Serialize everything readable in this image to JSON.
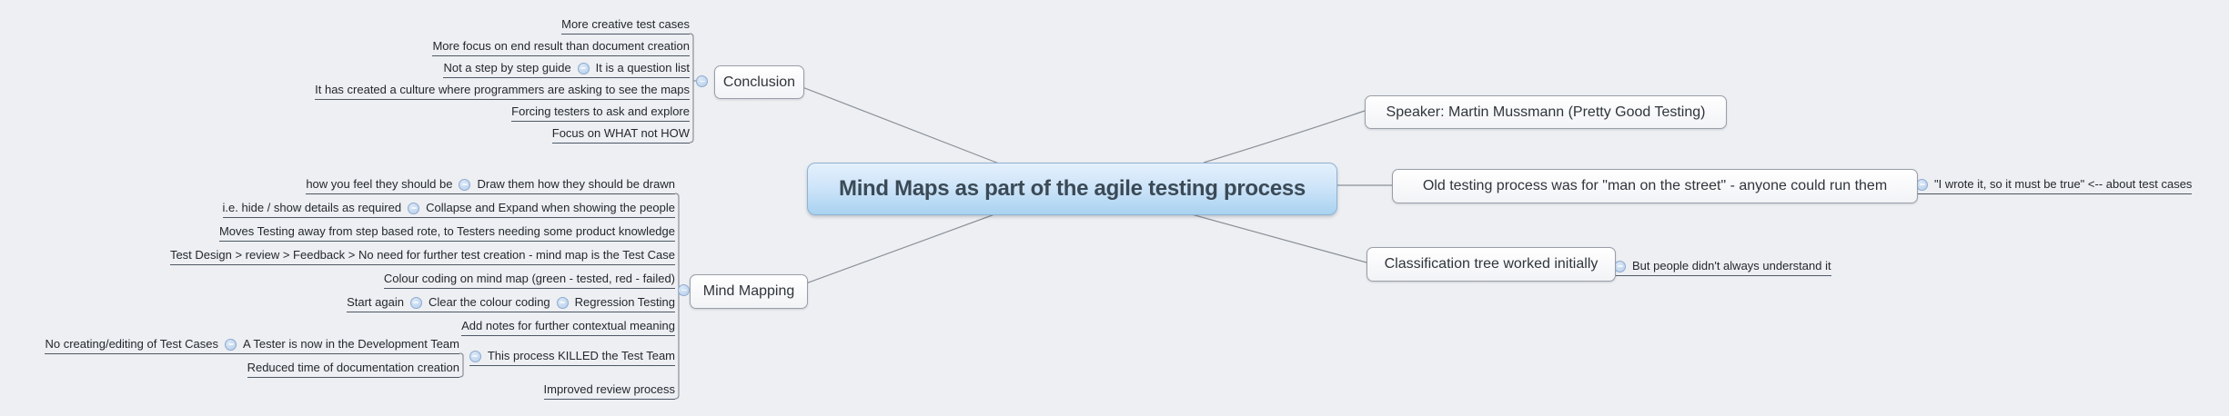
{
  "central": {
    "label": "Mind Maps as part of the agile testing process"
  },
  "branches": {
    "conclusion": {
      "label": "Conclusion",
      "items": {
        "more_creative": "More creative test cases",
        "more_focus": "More focus on end result than document creation",
        "not_a_step": "Not a step by step guide",
        "question_list": "It is a question list",
        "culture": "It has created a culture where programmers are asking to see the maps",
        "forcing": "Forcing testers to ask and explore",
        "focus_what": "Focus on WHAT not HOW"
      }
    },
    "mind_mapping": {
      "label": "Mind Mapping",
      "items": {
        "how_you_feel": "how you feel they should be",
        "draw_them": "Draw them how they should be drawn",
        "hide_show": "i.e. hide / show details as required",
        "collapse_expand": "Collapse and Expand when showing the people",
        "moves_testing": "Moves Testing away from step based rote, to Testers needing some product knowledge",
        "test_design": "Test Design > review > Feedback > No need for further test creation - mind map is the Test Case",
        "colour_coding": "Colour coding on mind map (green - tested, red - failed)",
        "start_again": "Start again",
        "clear_colour": "Clear the colour coding",
        "regression": "Regression Testing",
        "add_notes": "Add notes for further contextual meaning",
        "killed": "This process KILLED the Test Team",
        "no_creating": "No creating/editing of Test Cases",
        "tester_dev": "A Tester is now in the Development Team",
        "reduced_time": "Reduced time of documentation creation",
        "improved": "Improved review process"
      }
    },
    "speaker": {
      "label": "Speaker: Martin Mussmann (Pretty Good Testing)"
    },
    "old_testing": {
      "label": "Old testing process was for \"man on the street\" - anyone could run them",
      "child": "\"I wrote it, so it must be true\" <-- about test cases"
    },
    "classification": {
      "label": "Classification tree worked initially",
      "child": "But people didn't always understand it"
    }
  },
  "colors": {
    "background": "#edeff2",
    "connector_line": "#8a9098",
    "central_fill_top": "#e4f0fc",
    "central_fill_bottom": "#a9d2f0",
    "central_border": "#8fb2d4",
    "topic_border": "#989ea8",
    "subtopic_underline": "#4e5866",
    "collapse_icon_fill": "#b6cfeb",
    "collapse_icon_border": "#8fa9cf"
  },
  "icons": {
    "collapse": "minus-circle"
  }
}
